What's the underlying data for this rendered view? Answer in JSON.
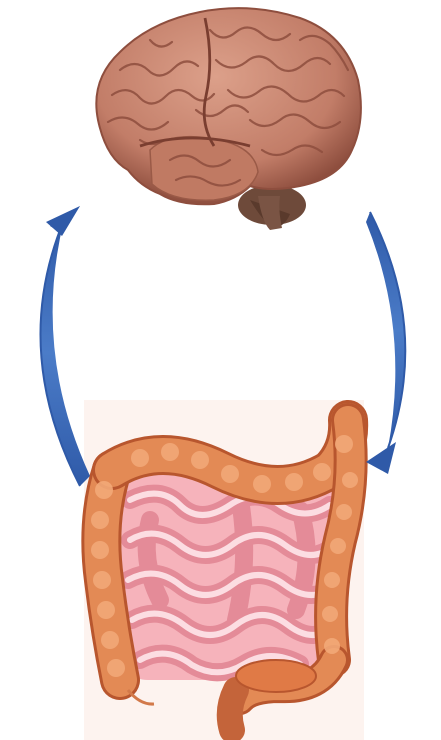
{
  "diagram": {
    "nodes": [
      {
        "id": "brain",
        "icon": "brain-icon"
      },
      {
        "id": "gut",
        "icon": "intestines-icon"
      }
    ],
    "edges": [
      {
        "from": "brain",
        "to": "gut",
        "side": "right",
        "icon": "arrow-icon"
      },
      {
        "from": "gut",
        "to": "brain",
        "side": "left",
        "icon": "arrow-icon"
      }
    ],
    "colors": {
      "arrow": "#3a66b3",
      "brain": "#c98770",
      "brain_shadow": "#8e4e3e",
      "cerebellum": "#6e4a3a",
      "colon": "#e38a55",
      "colon_dark": "#b8562e",
      "small_intestine": "#f2a0aa",
      "small_intestine_light": "#fad2d8"
    }
  }
}
